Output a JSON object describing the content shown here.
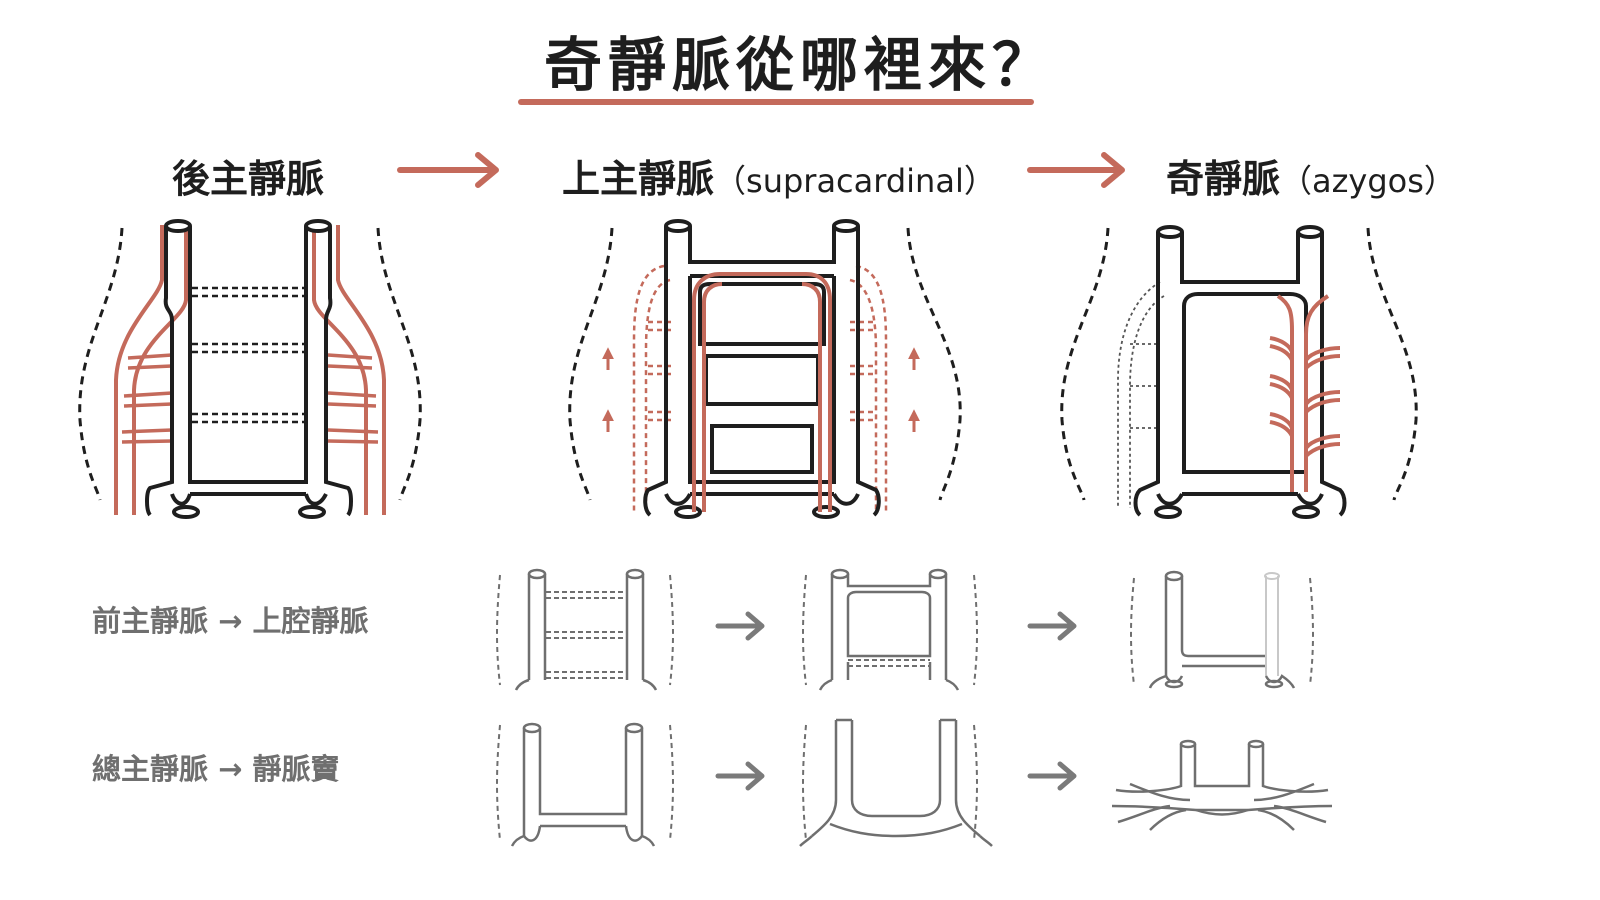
{
  "title": "奇靜脈從哪裡來？",
  "stages": [
    {
      "label": "後主靜脈",
      "latin": ""
    },
    {
      "label": "上主靜脈",
      "latin": "（supracardinal）"
    },
    {
      "label": "奇靜脈",
      "latin": "（azygos）"
    }
  ],
  "rows": [
    {
      "from": "前主靜脈",
      "arrow": "→",
      "to": "上腔靜脈"
    },
    {
      "from": "總主靜脈",
      "arrow": "→",
      "to": "靜脈竇"
    }
  ],
  "colors": {
    "accent": "#c46a5b",
    "ink": "#1e1e1e",
    "gray": "#6f6f6f"
  },
  "icons": [
    "right-arrow-icon",
    "up-arrow-icon"
  ]
}
